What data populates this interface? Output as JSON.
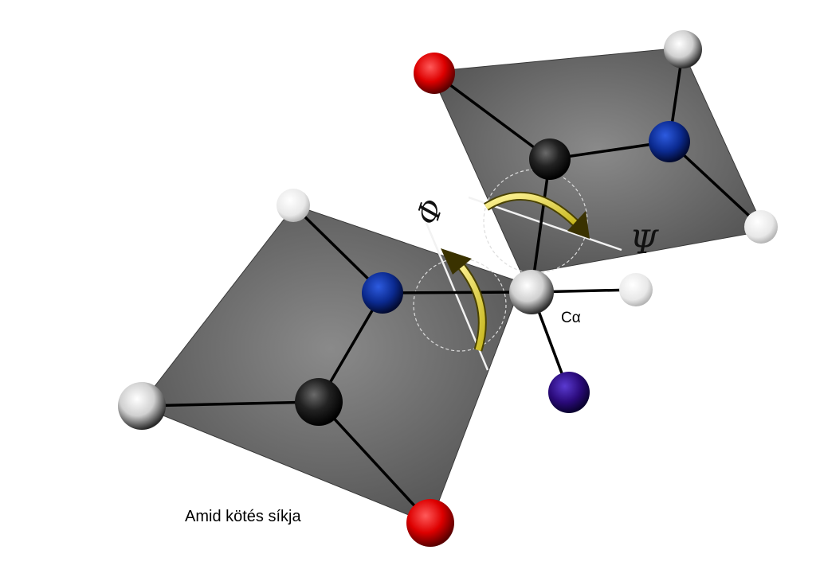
{
  "labels": {
    "plane_caption": "Amid kötés síkja",
    "phi": "Φ",
    "psi": "Ψ",
    "c_alpha": "Cα"
  },
  "colors": {
    "plane": "#6a6a6a",
    "nitrogen": "#0b2a8f",
    "oxygen": "#e00000",
    "carbon": "#1a1a1a",
    "hydrogen": "#e6e6e6",
    "side_chain": "#2a0a7a",
    "rotation_arrow": "#e8d840",
    "bond": "#000000"
  }
}
